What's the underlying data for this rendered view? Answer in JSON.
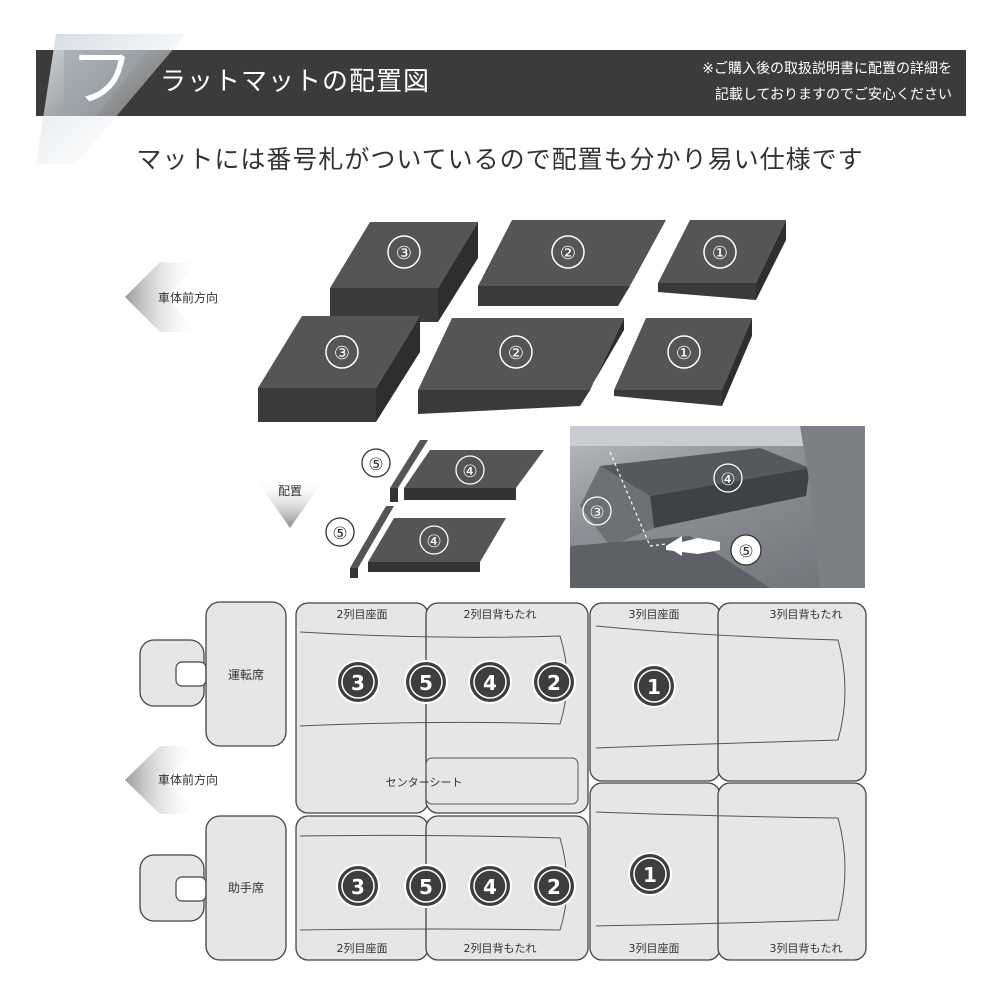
{
  "header": {
    "letter": "フ",
    "title": "ラットマットの配置図",
    "note_line1": "※ご購入後の取扱説明書に配置の詳細を",
    "note_line2": "記載しておりますのでご安心ください"
  },
  "subtitle": "マットには番号札がついているので配置も分かり易い仕様です",
  "direction_labels": {
    "top": "車体前方向",
    "bottom": "車体前方向",
    "placement": "配置"
  },
  "mats": {
    "top_row": [
      "③",
      "②",
      "①"
    ],
    "second_row": [
      "③",
      "②",
      "①"
    ],
    "small_upper": [
      "⑤",
      "④"
    ],
    "small_lower": [
      "⑤",
      "④"
    ]
  },
  "photo_labels": [
    "③",
    "④",
    "⑤"
  ],
  "seat_map": {
    "driver_label": "運転席",
    "passenger_label": "助手席",
    "center_label": "センターシート",
    "top_row_labels": [
      "2列目座面",
      "2列目背もたれ",
      "3列目座面",
      "3列目背もたれ"
    ],
    "bottom_row_labels": [
      "2列目座面",
      "2列目背もたれ",
      "3列目座面",
      "3列目背もたれ"
    ],
    "upper_numbers": [
      "3",
      "5",
      "4",
      "2",
      "1"
    ],
    "lower_numbers": [
      "3",
      "5",
      "4",
      "2",
      "1"
    ]
  },
  "colors": {
    "banner": "#3b3b3b",
    "mat": "#4a4a4a",
    "mat_side": "#2f2f2f",
    "seat_fill": "#e6e6e6",
    "badge": "#404040"
  }
}
